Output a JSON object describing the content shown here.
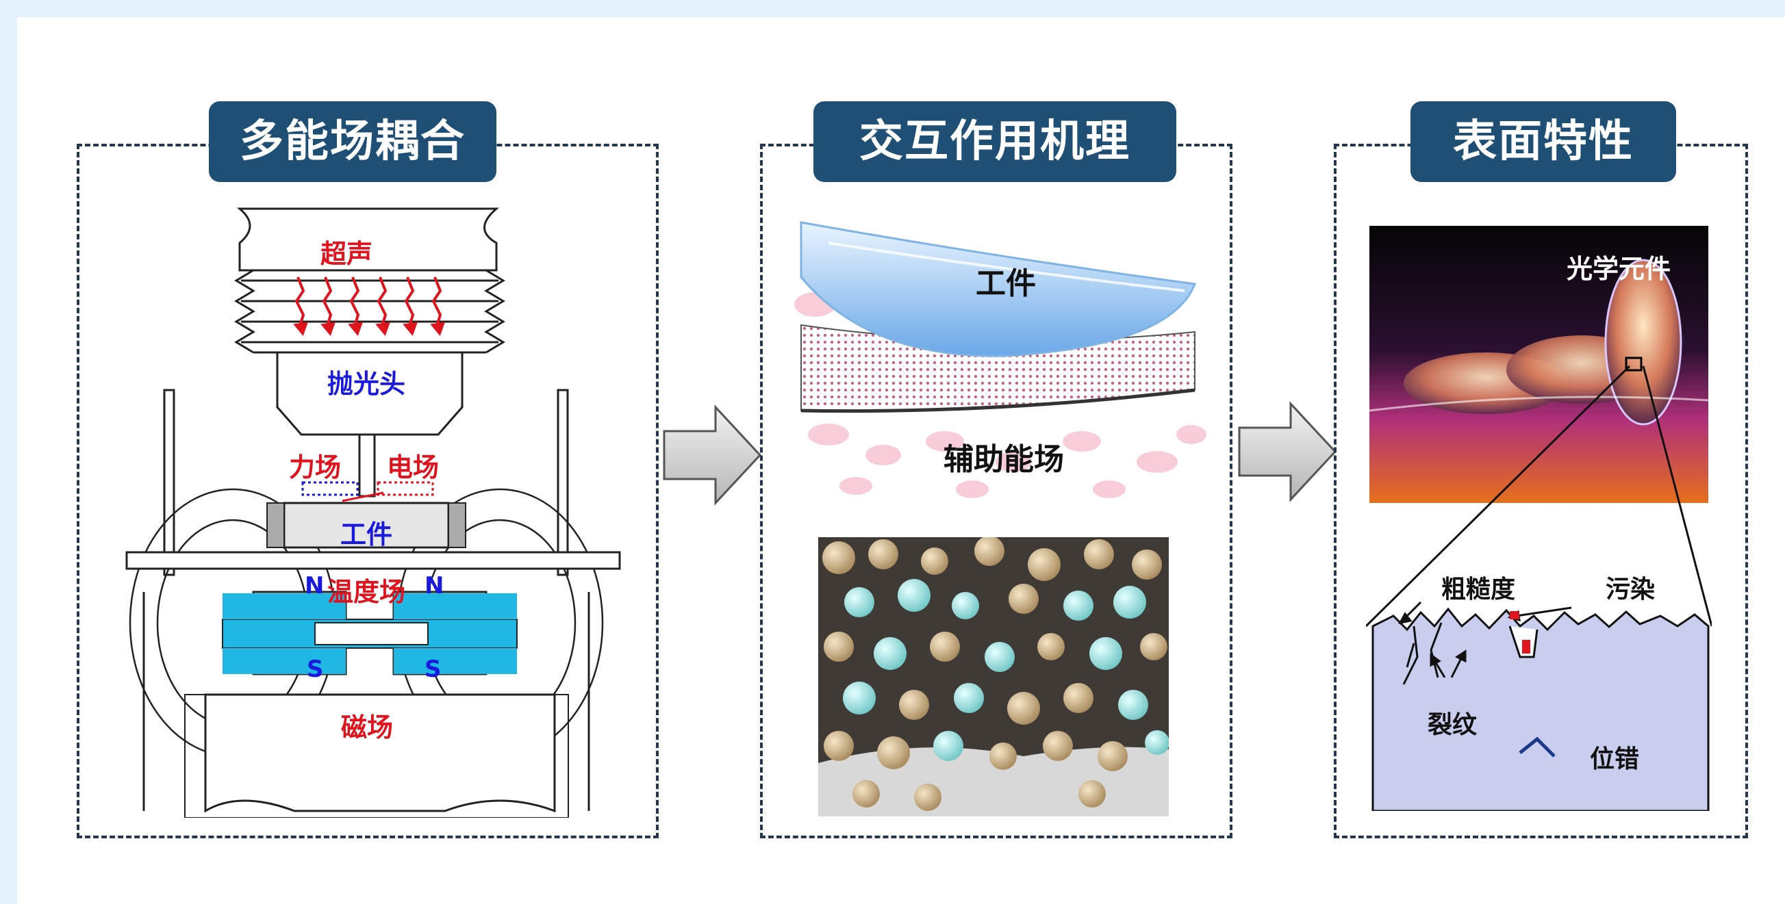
{
  "panels": {
    "coupling": {
      "title": "多能场耦合",
      "labels": {
        "ultrasound": "超声",
        "polishing_head": "抛光头",
        "force_field": "力场",
        "electric_field": "电场",
        "workpiece": "工件",
        "north_left": "N",
        "temperature_field": "温度场",
        "north_right": "N",
        "south_left": "S",
        "south_right": "S",
        "magnetic_field": "磁场"
      }
    },
    "mechanism": {
      "title": "交互作用机理",
      "labels": {
        "workpiece": "工件",
        "aux_field": "辅助能场"
      }
    },
    "surface": {
      "title": "表面特性",
      "labels": {
        "optical_element": "光学元件",
        "roughness": "粗糙度",
        "contamination": "污染",
        "crack": "裂纹",
        "dislocation": "位错"
      }
    }
  },
  "colors": {
    "title_bg": "#1f4f75",
    "red_label": "#e0141e",
    "blue_label": "#1a1adf",
    "cyan_magnet": "#1fb7e4",
    "surface_bg": "#c9cdee"
  }
}
